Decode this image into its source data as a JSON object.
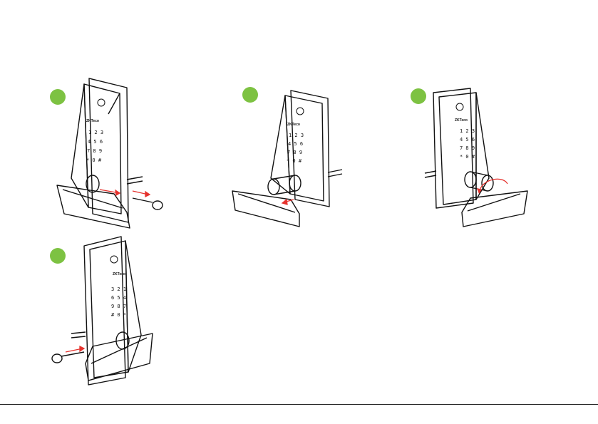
{
  "steps": [
    {
      "id": 1,
      "action": "remove-key-pin"
    },
    {
      "id": 2,
      "action": "pull-out-cylinder"
    },
    {
      "id": 3,
      "action": "rotate-cylinder"
    },
    {
      "id": 4,
      "action": "insert-key-pin"
    }
  ],
  "keypad": {
    "rows": [
      [
        "1",
        "2",
        "3"
      ],
      [
        "4",
        "5",
        "6"
      ],
      [
        "7",
        "8",
        "9"
      ],
      [
        "*",
        "0",
        "#"
      ]
    ],
    "brand": "ZKTeco"
  },
  "colors": {
    "step_dot": "#7dc242",
    "arrow": "#e5322d",
    "line": "#111111"
  },
  "icons": [
    "key-icon",
    "lock-logo-icon",
    "arrow-icon"
  ]
}
